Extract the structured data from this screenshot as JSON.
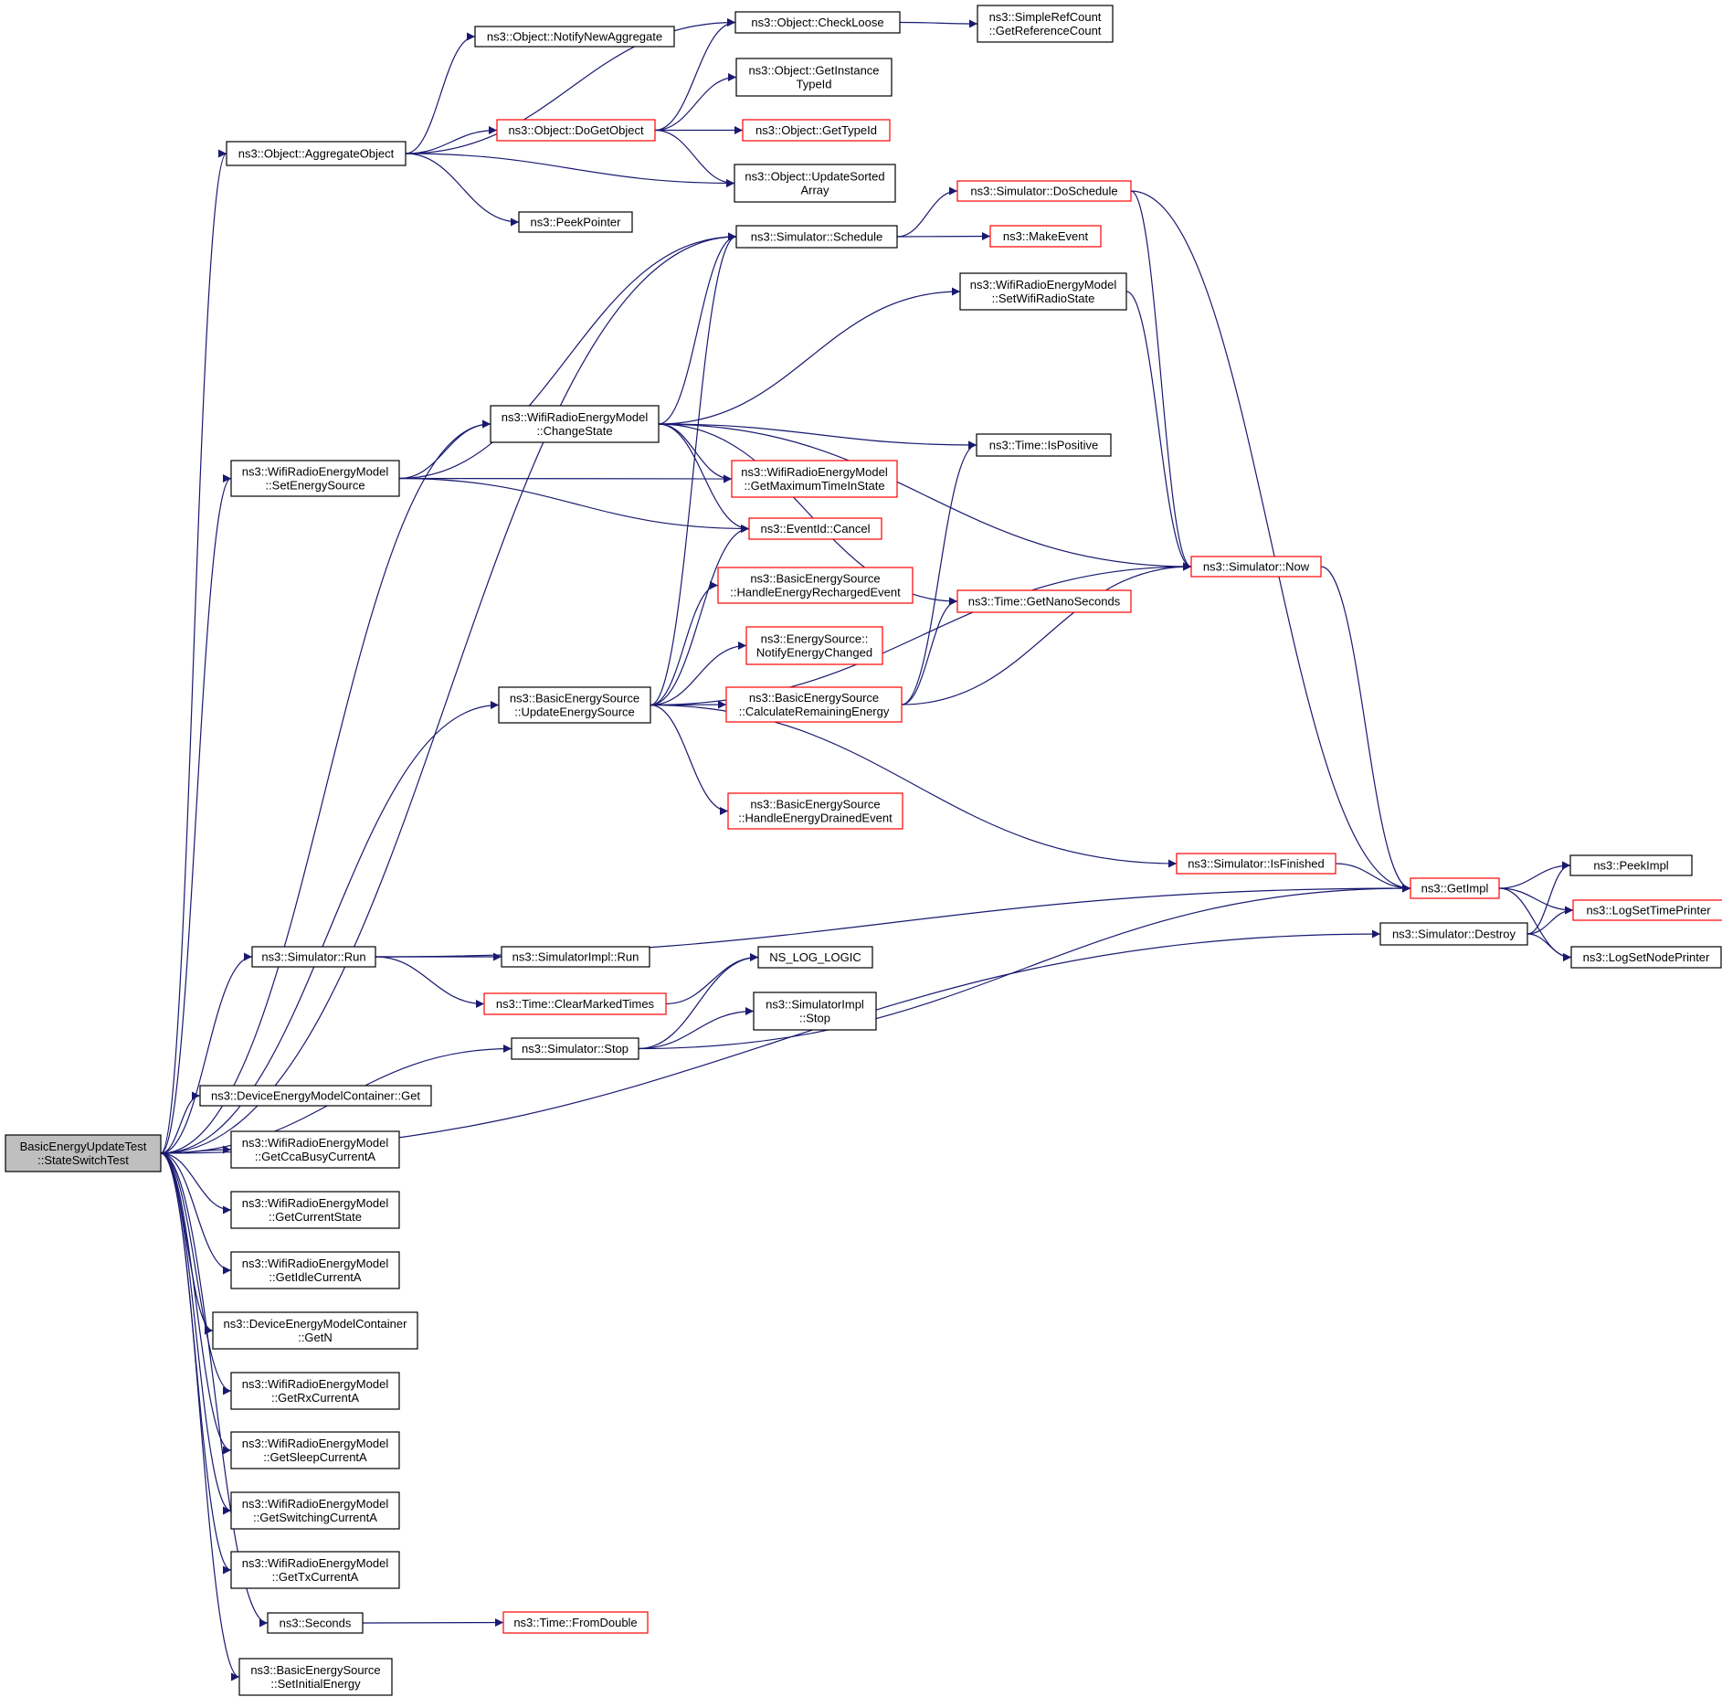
{
  "nodes": [
    {
      "id": "root",
      "lines": [
        "BasicEnergyUpdateTest",
        "::StateSwitchTest"
      ],
      "style": "root"
    },
    {
      "id": "aggregate_object",
      "lines": [
        "ns3::Object::AggregateObject"
      ],
      "style": "black"
    },
    {
      "id": "notify_new_aggregate",
      "lines": [
        "ns3::Object::NotifyNewAggregate"
      ],
      "style": "black"
    },
    {
      "id": "check_loose",
      "lines": [
        "ns3::Object::CheckLoose"
      ],
      "style": "black"
    },
    {
      "id": "get_reference_count",
      "lines": [
        "ns3::SimpleRefCount",
        "::GetReferenceCount"
      ],
      "style": "black"
    },
    {
      "id": "get_instance_typeid",
      "lines": [
        "ns3::Object::GetInstance",
        "TypeId"
      ],
      "style": "black"
    },
    {
      "id": "do_get_object",
      "lines": [
        "ns3::Object::DoGetObject"
      ],
      "style": "red"
    },
    {
      "id": "get_typeid",
      "lines": [
        "ns3::Object::GetTypeId"
      ],
      "style": "red"
    },
    {
      "id": "update_sorted_array",
      "lines": [
        "ns3::Object::UpdateSorted",
        "Array"
      ],
      "style": "black"
    },
    {
      "id": "peek_pointer",
      "lines": [
        "ns3::PeekPointer"
      ],
      "style": "black"
    },
    {
      "id": "do_schedule",
      "lines": [
        "ns3::Simulator::DoSchedule"
      ],
      "style": "red"
    },
    {
      "id": "schedule",
      "lines": [
        "ns3::Simulator::Schedule"
      ],
      "style": "black"
    },
    {
      "id": "make_event",
      "lines": [
        "ns3::MakeEvent"
      ],
      "style": "red"
    },
    {
      "id": "set_wifi_radio_state",
      "lines": [
        "ns3::WifiRadioEnergyModel",
        "::SetWifiRadioState"
      ],
      "style": "black"
    },
    {
      "id": "change_state",
      "lines": [
        "ns3::WifiRadioEnergyModel",
        "::ChangeState"
      ],
      "style": "black"
    },
    {
      "id": "is_positive",
      "lines": [
        "ns3::Time::IsPositive"
      ],
      "style": "black"
    },
    {
      "id": "set_energy_source",
      "lines": [
        "ns3::WifiRadioEnergyModel",
        "::SetEnergySource"
      ],
      "style": "black"
    },
    {
      "id": "get_max_time_in_state",
      "lines": [
        "ns3::WifiRadioEnergyModel",
        "::GetMaximumTimeInState"
      ],
      "style": "red"
    },
    {
      "id": "event_cancel",
      "lines": [
        "ns3::EventId::Cancel"
      ],
      "style": "red"
    },
    {
      "id": "simulator_now",
      "lines": [
        "ns3::Simulator::Now"
      ],
      "style": "red"
    },
    {
      "id": "handle_recharged",
      "lines": [
        "ns3::BasicEnergySource",
        "::HandleEnergyRechargedEvent"
      ],
      "style": "red"
    },
    {
      "id": "get_nanoseconds",
      "lines": [
        "ns3::Time::GetNanoSeconds"
      ],
      "style": "red"
    },
    {
      "id": "notify_energy_changed",
      "lines": [
        "ns3::EnergySource::",
        "NotifyEnergyChanged"
      ],
      "style": "red"
    },
    {
      "id": "update_energy_source",
      "lines": [
        "ns3::BasicEnergySource",
        "::UpdateEnergySource"
      ],
      "style": "black"
    },
    {
      "id": "calc_remaining_energy",
      "lines": [
        "ns3::BasicEnergySource",
        "::CalculateRemainingEnergy"
      ],
      "style": "red"
    },
    {
      "id": "handle_drained",
      "lines": [
        "ns3::BasicEnergySource",
        "::HandleEnergyDrainedEvent"
      ],
      "style": "red"
    },
    {
      "id": "is_finished",
      "lines": [
        "ns3::Simulator::IsFinished"
      ],
      "style": "red"
    },
    {
      "id": "get_impl",
      "lines": [
        "ns3::GetImpl"
      ],
      "style": "red"
    },
    {
      "id": "peek_impl",
      "lines": [
        "ns3::PeekImpl"
      ],
      "style": "black"
    },
    {
      "id": "log_set_time_printer",
      "lines": [
        "ns3::LogSetTimePrinter"
      ],
      "style": "red"
    },
    {
      "id": "simulator_destroy",
      "lines": [
        "ns3::Simulator::Destroy"
      ],
      "style": "black"
    },
    {
      "id": "log_set_node_printer",
      "lines": [
        "ns3::LogSetNodePrinter"
      ],
      "style": "black"
    },
    {
      "id": "simulator_run",
      "lines": [
        "ns3::Simulator::Run"
      ],
      "style": "black"
    },
    {
      "id": "simulator_impl_run",
      "lines": [
        "ns3::SimulatorImpl::Run"
      ],
      "style": "black"
    },
    {
      "id": "ns_log_logic",
      "lines": [
        "NS_LOG_LOGIC"
      ],
      "style": "black"
    },
    {
      "id": "clear_marked_times",
      "lines": [
        "ns3::Time::ClearMarkedTimes"
      ],
      "style": "red"
    },
    {
      "id": "simulator_impl_stop",
      "lines": [
        "ns3::SimulatorImpl",
        "::Stop"
      ],
      "style": "black"
    },
    {
      "id": "simulator_stop",
      "lines": [
        "ns3::Simulator::Stop"
      ],
      "style": "black"
    },
    {
      "id": "container_get",
      "lines": [
        "ns3::DeviceEnergyModelContainer::Get"
      ],
      "style": "black"
    },
    {
      "id": "get_cca_busy_current",
      "lines": [
        "ns3::WifiRadioEnergyModel",
        "::GetCcaBusyCurrentA"
      ],
      "style": "black"
    },
    {
      "id": "get_current_state",
      "lines": [
        "ns3::WifiRadioEnergyModel",
        "::GetCurrentState"
      ],
      "style": "black"
    },
    {
      "id": "get_idle_current",
      "lines": [
        "ns3::WifiRadioEnergyModel",
        "::GetIdleCurrentA"
      ],
      "style": "black"
    },
    {
      "id": "container_get_n",
      "lines": [
        "ns3::DeviceEnergyModelContainer",
        "::GetN"
      ],
      "style": "black"
    },
    {
      "id": "get_rx_current",
      "lines": [
        "ns3::WifiRadioEnergyModel",
        "::GetRxCurrentA"
      ],
      "style": "black"
    },
    {
      "id": "get_sleep_current",
      "lines": [
        "ns3::WifiRadioEnergyModel",
        "::GetSleepCurrentA"
      ],
      "style": "black"
    },
    {
      "id": "get_switching_current",
      "lines": [
        "ns3::WifiRadioEnergyModel",
        "::GetSwitchingCurrentA"
      ],
      "style": "black"
    },
    {
      "id": "get_tx_current",
      "lines": [
        "ns3::WifiRadioEnergyModel",
        "::GetTxCurrentA"
      ],
      "style": "black"
    },
    {
      "id": "seconds",
      "lines": [
        "ns3::Seconds"
      ],
      "style": "black"
    },
    {
      "id": "from_double",
      "lines": [
        "ns3::Time::FromDouble"
      ],
      "style": "red"
    },
    {
      "id": "set_initial_energy",
      "lines": [
        "ns3::BasicEnergySource",
        "::SetInitialEnergy"
      ],
      "style": "black"
    }
  ],
  "edges": [
    [
      "root",
      "aggregate_object"
    ],
    [
      "root",
      "schedule"
    ],
    [
      "root",
      "change_state"
    ],
    [
      "root",
      "set_energy_source"
    ],
    [
      "root",
      "update_energy_source"
    ],
    [
      "root",
      "simulator_run"
    ],
    [
      "root",
      "simulator_stop"
    ],
    [
      "root",
      "simulator_destroy"
    ],
    [
      "root",
      "container_get"
    ],
    [
      "root",
      "get_cca_busy_current"
    ],
    [
      "root",
      "get_current_state"
    ],
    [
      "root",
      "get_idle_current"
    ],
    [
      "root",
      "container_get_n"
    ],
    [
      "root",
      "get_rx_current"
    ],
    [
      "root",
      "get_sleep_current"
    ],
    [
      "root",
      "get_switching_current"
    ],
    [
      "root",
      "get_tx_current"
    ],
    [
      "root",
      "seconds"
    ],
    [
      "root",
      "set_initial_energy"
    ],
    [
      "aggregate_object",
      "notify_new_aggregate"
    ],
    [
      "aggregate_object",
      "check_loose"
    ],
    [
      "aggregate_object",
      "do_get_object"
    ],
    [
      "aggregate_object",
      "update_sorted_array"
    ],
    [
      "aggregate_object",
      "peek_pointer"
    ],
    [
      "check_loose",
      "get_reference_count"
    ],
    [
      "do_get_object",
      "check_loose"
    ],
    [
      "do_get_object",
      "get_instance_typeid"
    ],
    [
      "do_get_object",
      "get_typeid"
    ],
    [
      "do_get_object",
      "update_sorted_array"
    ],
    [
      "schedule",
      "do_schedule"
    ],
    [
      "schedule",
      "make_event"
    ],
    [
      "do_schedule",
      "simulator_now"
    ],
    [
      "do_schedule",
      "get_impl"
    ],
    [
      "set_wifi_radio_state",
      "simulator_now"
    ],
    [
      "change_state",
      "schedule"
    ],
    [
      "change_state",
      "set_wifi_radio_state"
    ],
    [
      "change_state",
      "is_positive"
    ],
    [
      "change_state",
      "get_max_time_in_state"
    ],
    [
      "change_state",
      "event_cancel"
    ],
    [
      "change_state",
      "simulator_now"
    ],
    [
      "change_state",
      "get_nanoseconds"
    ],
    [
      "set_energy_source",
      "schedule"
    ],
    [
      "set_energy_source",
      "change_state"
    ],
    [
      "set_energy_source",
      "get_max_time_in_state"
    ],
    [
      "set_energy_source",
      "event_cancel"
    ],
    [
      "update_energy_source",
      "schedule"
    ],
    [
      "update_energy_source",
      "event_cancel"
    ],
    [
      "update_energy_source",
      "handle_recharged"
    ],
    [
      "update_energy_source",
      "notify_energy_changed"
    ],
    [
      "update_energy_source",
      "calc_remaining_energy"
    ],
    [
      "update_energy_source",
      "simulator_now"
    ],
    [
      "update_energy_source",
      "handle_drained"
    ],
    [
      "update_energy_source",
      "is_finished"
    ],
    [
      "calc_remaining_energy",
      "is_positive"
    ],
    [
      "calc_remaining_energy",
      "get_nanoseconds"
    ],
    [
      "calc_remaining_energy",
      "simulator_now"
    ],
    [
      "simulator_now",
      "get_impl"
    ],
    [
      "is_finished",
      "get_impl"
    ],
    [
      "get_impl",
      "peek_impl"
    ],
    [
      "get_impl",
      "log_set_time_printer"
    ],
    [
      "get_impl",
      "log_set_node_printer"
    ],
    [
      "simulator_destroy",
      "peek_impl"
    ],
    [
      "simulator_destroy",
      "log_set_time_printer"
    ],
    [
      "simulator_destroy",
      "log_set_node_printer"
    ],
    [
      "simulator_run",
      "get_impl"
    ],
    [
      "simulator_run",
      "simulator_impl_run"
    ],
    [
      "simulator_run",
      "clear_marked_times"
    ],
    [
      "clear_marked_times",
      "ns_log_logic"
    ],
    [
      "simulator_stop",
      "ns_log_logic"
    ],
    [
      "simulator_stop",
      "simulator_impl_stop"
    ],
    [
      "simulator_stop",
      "get_impl"
    ],
    [
      "seconds",
      "from_double"
    ]
  ]
}
